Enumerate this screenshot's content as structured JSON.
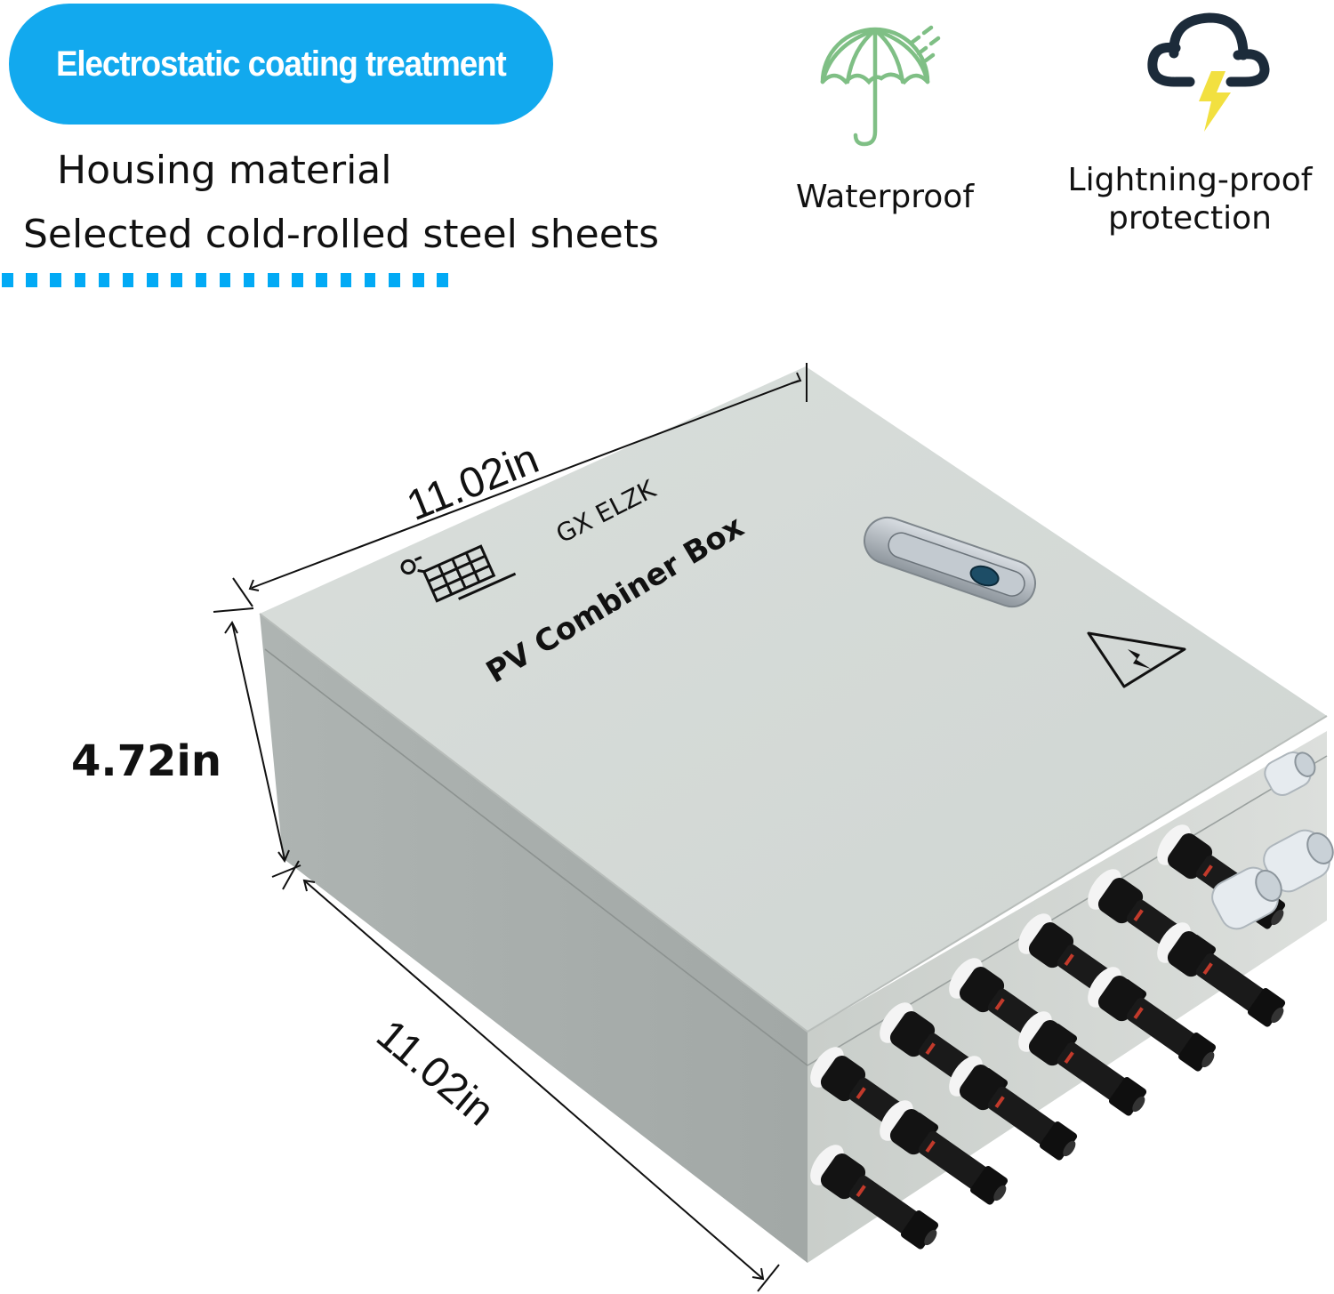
{
  "header": {
    "badge": "Electrostatic coating treatment",
    "housing_label": "Housing material",
    "housing_value": "Selected cold-rolled steel sheets",
    "divider_dots": 19
  },
  "features": [
    {
      "icon": "umbrella-rain-icon",
      "label": "Waterproof",
      "color": "#7fbf85"
    },
    {
      "icon": "cloud-lightning-icon",
      "label_line1": "Lightning-proof",
      "label_line2": "protection",
      "cloud_color": "#1c2b3a",
      "bolt_color": "#f2e040"
    }
  ],
  "product": {
    "brand": "GX ELZK",
    "name": "PV Combiner Box",
    "warning_symbol": "high-voltage-warning-icon",
    "connector_pairs": 6,
    "cable_glands": 3,
    "colors": {
      "accent": "#12a9ee",
      "housing": "#d3d8d5",
      "connector": "#111111"
    }
  },
  "dimensions": {
    "width_top": "11.02in",
    "height": "4.72in",
    "depth": "11.02in"
  }
}
